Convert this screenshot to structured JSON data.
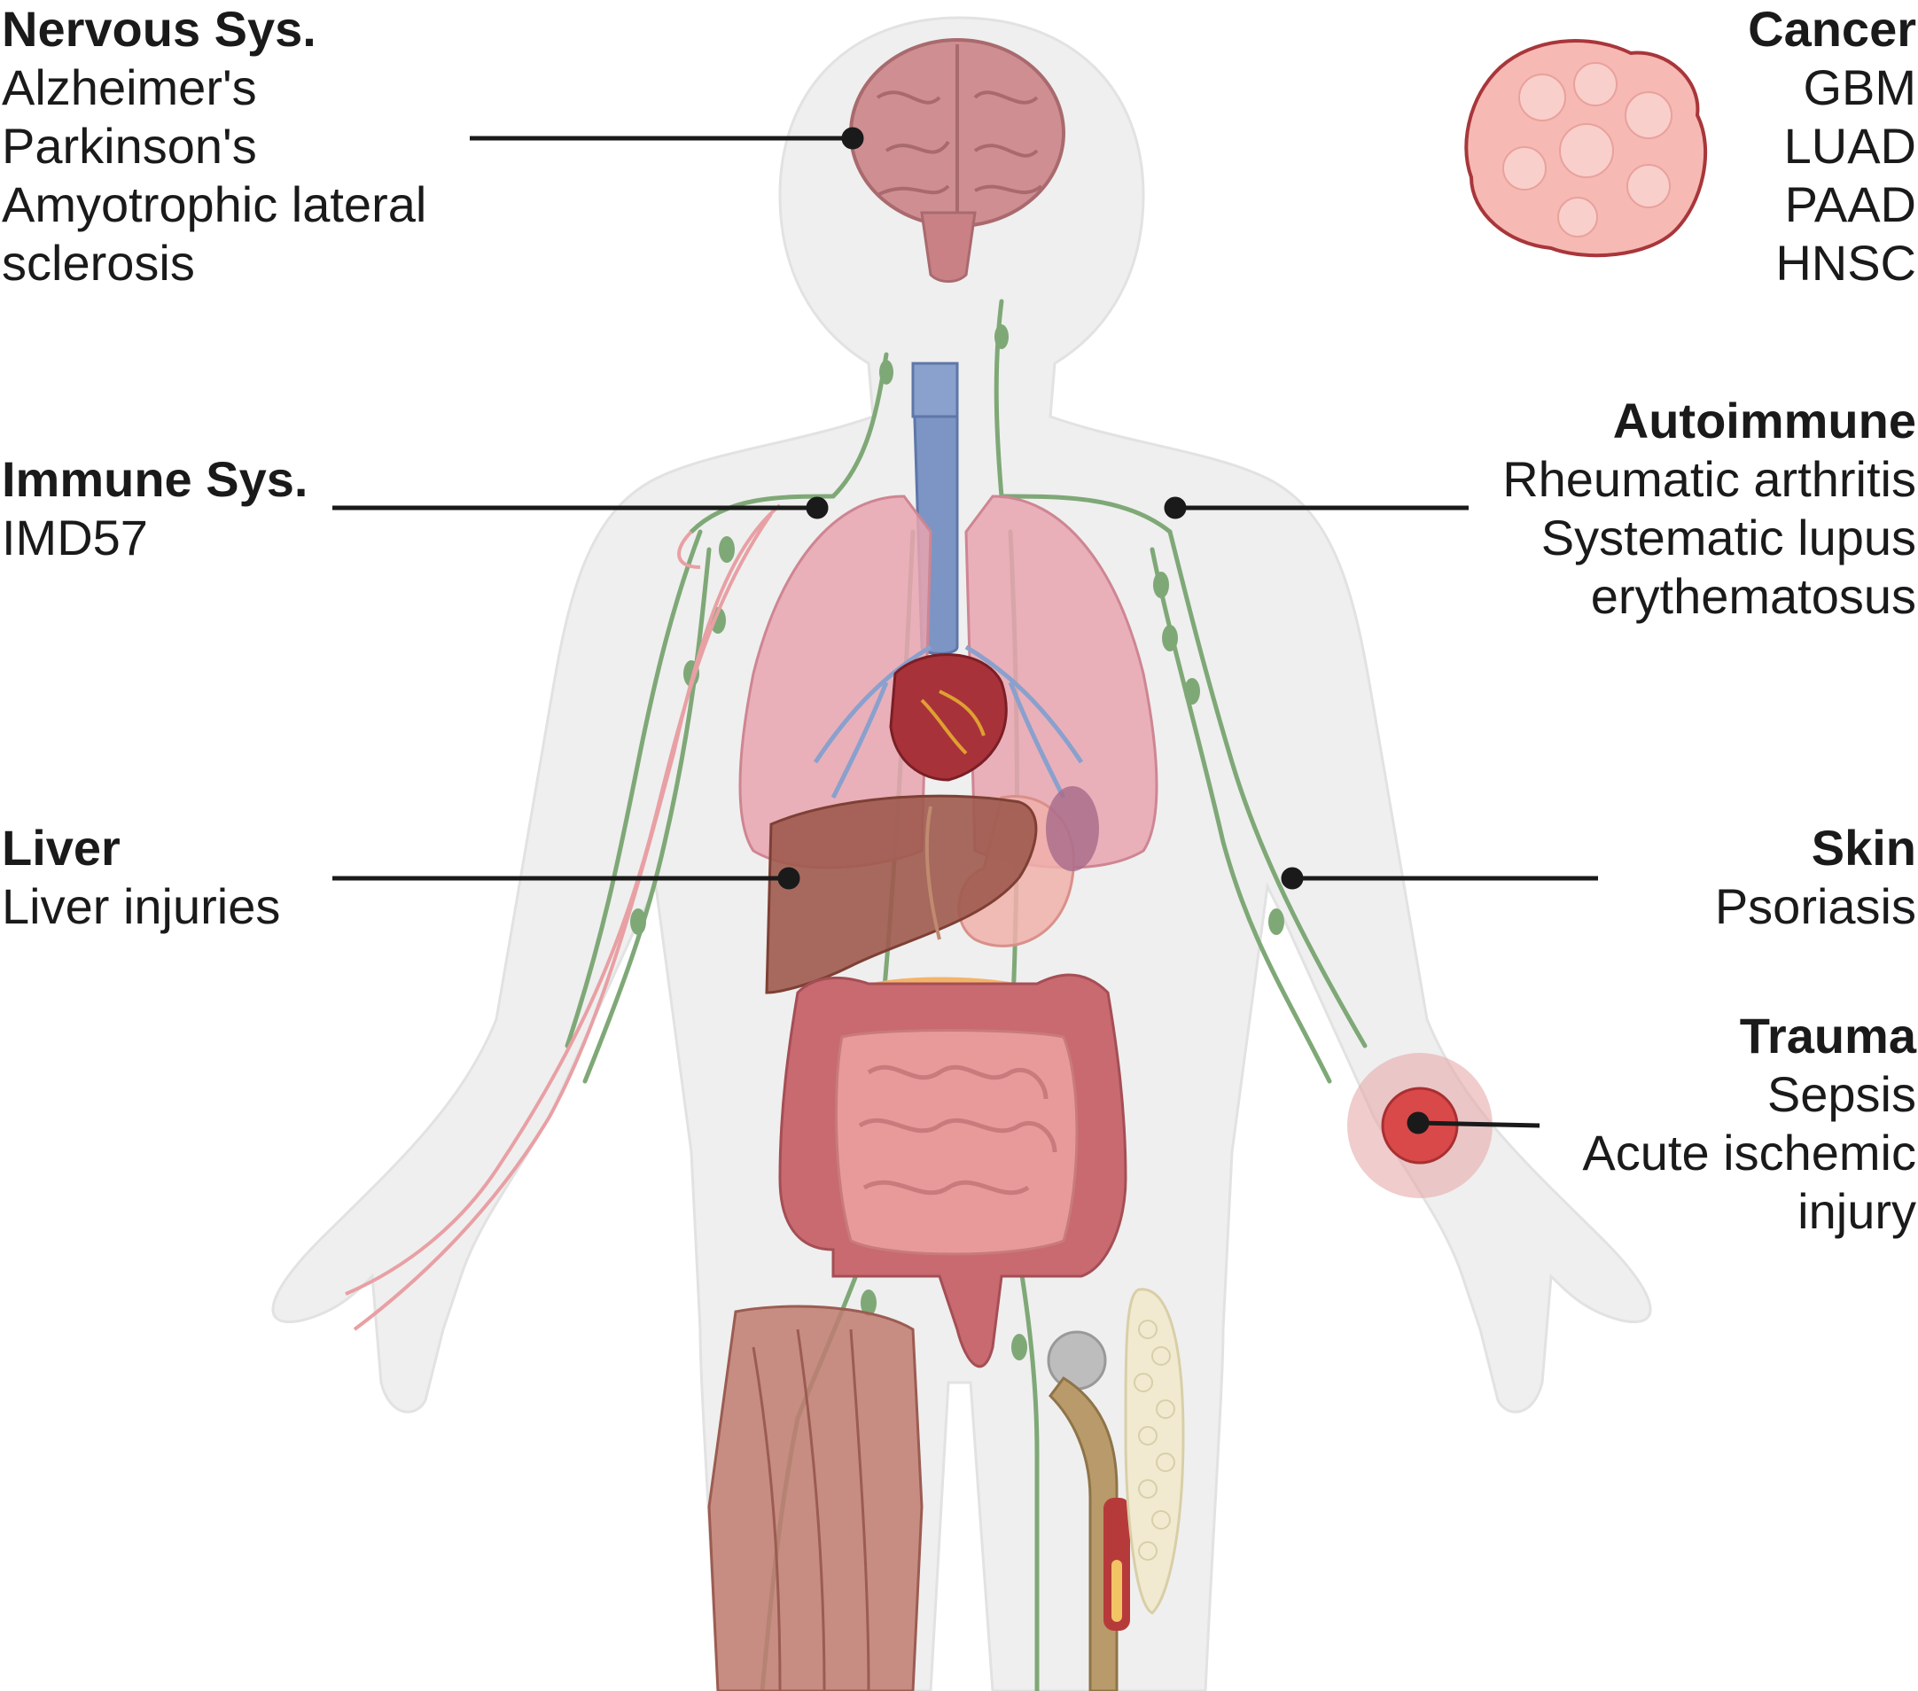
{
  "groups": {
    "nervous": {
      "title": "Nervous Sys.",
      "items": [
        "Alzheimer's",
        "Parkinson's",
        "Amyotrophic lateral",
        "sclerosis"
      ]
    },
    "immune": {
      "title": "Immune Sys.",
      "items": [
        "IMD57"
      ]
    },
    "liver": {
      "title": "Liver",
      "items": [
        "Liver injuries"
      ]
    },
    "cancer": {
      "title": "Cancer",
      "items": [
        "GBM",
        "LUAD",
        "PAAD",
        "HNSC"
      ]
    },
    "autoimmune": {
      "title": "Autoimmune",
      "items": [
        "Rheumatic arthritis",
        "Systematic lupus",
        "erythematosus"
      ]
    },
    "skin": {
      "title": "Skin",
      "items": [
        "Psoriasis"
      ]
    },
    "trauma": {
      "title": "Trauma",
      "items": [
        "Sepsis",
        "Acute ischemic",
        "injury"
      ]
    }
  },
  "colors": {
    "body": "#ececec",
    "lymph": "#7fa877",
    "brain": "#cf8e92",
    "lung": "#e8a5b0",
    "trachea": "#7d95c4",
    "liver": "#9e5a4e",
    "intestine": "#d9868a",
    "colon": "#c86a70",
    "tumor": "#f6b9b4",
    "wound": "#d9494a",
    "muscle": "#c07b70",
    "bone": "#b99a6a",
    "fat": "#f1ead0",
    "leader": "#1a1a1a"
  }
}
